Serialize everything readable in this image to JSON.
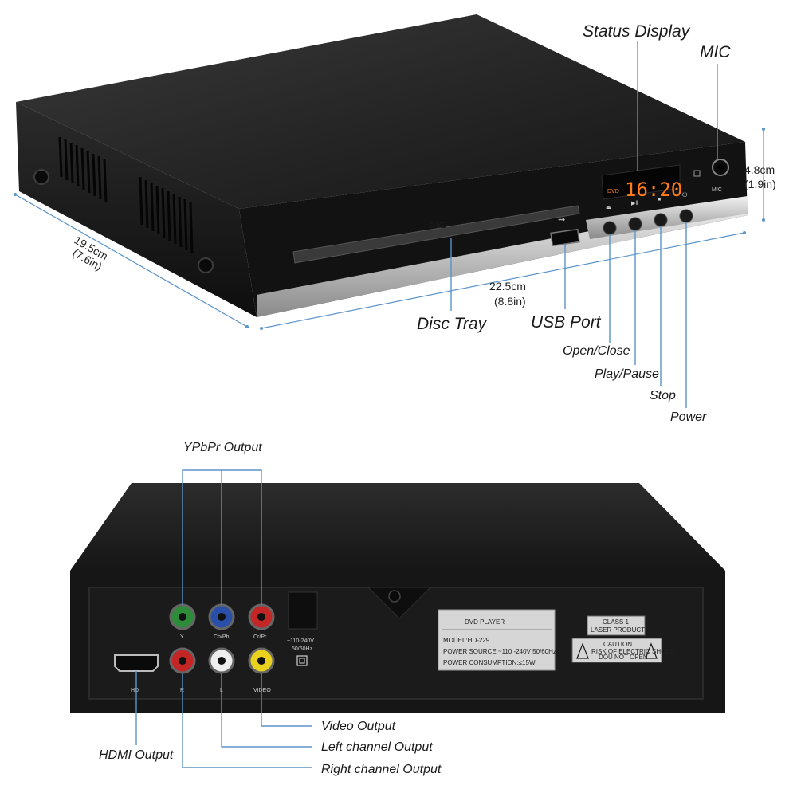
{
  "front_view": {
    "callouts": {
      "status_display": "Status Display",
      "mic": "MIC",
      "disc_tray": "Disc Tray",
      "usb_port": "USB Port",
      "open_close": "Open/Close",
      "play_pause": "Play/Pause",
      "stop": "Stop",
      "power": "Power"
    },
    "dimensions": {
      "depth_cm": "19.5cm",
      "depth_in": "(7.6in)",
      "width_cm": "22.5cm",
      "width_in": "(8.8in)",
      "height_cm": "4.8cm",
      "height_in": "(1.9in)"
    },
    "device_text": {
      "display_time": "16:20",
      "display_mode": "DVD",
      "tray_logo": "DVD",
      "mic_label": "MIC"
    }
  },
  "rear_view": {
    "callouts": {
      "ypbpr_output": "YPbPr Output",
      "video_output": "Video Output",
      "left_channel_output": "Left channel Output",
      "hdmi_output": "HDMI Output",
      "right_channel_output": "Right channel Output"
    },
    "port_labels": {
      "y": "Y",
      "cb_pb": "Cb/Pb",
      "cr_pr": "Cr/Pr",
      "hd": "HD",
      "r": "R",
      "l": "L",
      "video": "VIDEO",
      "voltage": "~110-240V",
      "frequency": "50/60Hz"
    },
    "nameplate": {
      "title": "DVD PLAYER",
      "model": "MODEL:HD-229",
      "power_source": "POWER SOURCE:~110 -240V 50/60Hz",
      "power_consumption": "POWER CONSUMPTION:≤15W"
    },
    "laser_label": {
      "line1": "CLASS 1",
      "line2": "LASER PRODUCT"
    },
    "caution_label": {
      "title": "CAUTION",
      "line1": "RISK OF ELECTRIC SHOCK",
      "line2": "DOU NOT OPEN"
    }
  },
  "colors": {
    "leader_line": "#5b94c9",
    "body_black": "#1c1c1c",
    "display_digits": "#ff7a1a",
    "jack_green": "#2e8b3a",
    "jack_blue": "#2a4fa8",
    "jack_red": "#c42626",
    "jack_white": "#eeeeee",
    "jack_yellow": "#e8d21e"
  }
}
